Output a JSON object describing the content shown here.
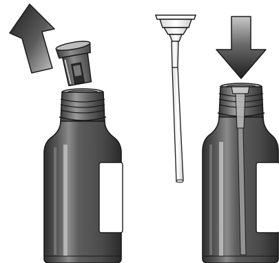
{
  "figure": {
    "steps": [
      {
        "action": "remove-cap",
        "arrow_direction": "up-left"
      },
      {
        "action": "insert-dropper-pipette",
        "arrow_direction": "down"
      }
    ],
    "colors": {
      "background": "#ffffff",
      "outline": "#1a1a1a",
      "glass_dark": "#3f3f3f",
      "glass_mid": "#6e6e6e",
      "glass_light": "#bdbdbd",
      "arrow_dark": "#2b2b2b",
      "arrow_light": "#9a9a9a",
      "label": "#ffffff"
    }
  }
}
